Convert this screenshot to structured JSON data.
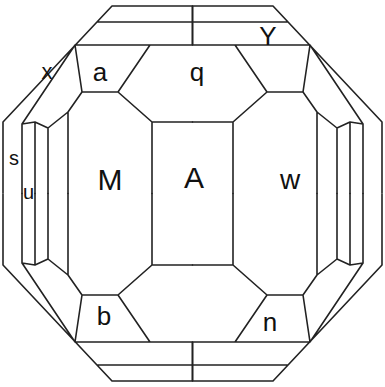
{
  "diagram": {
    "labels": [
      "s",
      "x",
      "a",
      "q",
      "Y",
      "u",
      "M",
      "A",
      "w",
      "b",
      "n"
    ]
  }
}
